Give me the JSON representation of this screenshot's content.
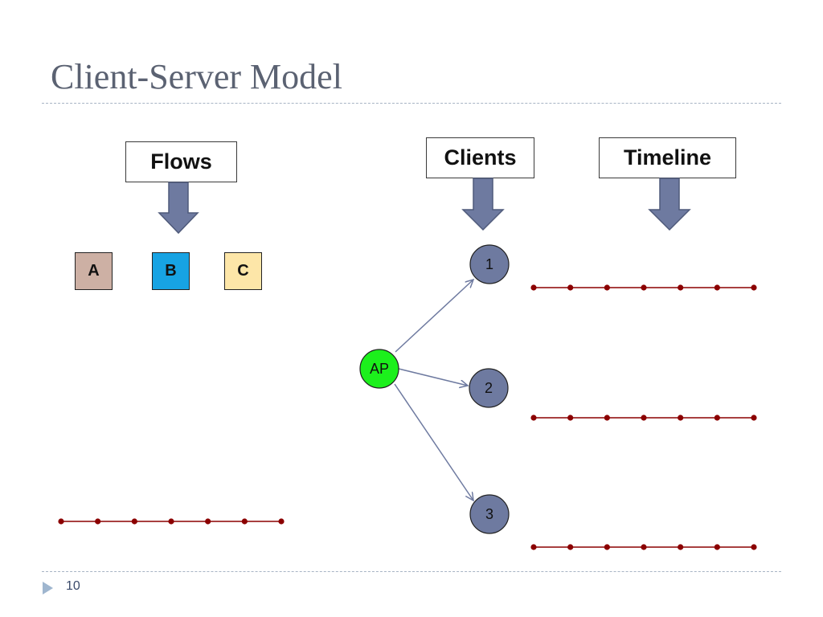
{
  "slide": {
    "title": "Client-Server Model",
    "page_number": "10"
  },
  "labels": {
    "flows": "Flows",
    "clients": "Clients",
    "timeline": "Timeline"
  },
  "flows": [
    {
      "label": "A",
      "color": "#cdb0a4"
    },
    {
      "label": "B",
      "color": "#17a3e3"
    },
    {
      "label": "C",
      "color": "#fde6a8"
    }
  ],
  "access_point": {
    "label": "AP",
    "color": "#1cf01c"
  },
  "clients": [
    {
      "label": "1",
      "color": "#6e7aa0"
    },
    {
      "label": "2",
      "color": "#6e7aa0"
    },
    {
      "label": "3",
      "color": "#6e7aa0"
    }
  ],
  "colors": {
    "arrow": "#6e7aa0",
    "timeline": "#8b0000",
    "connector": "#6e7aa0"
  },
  "timeline_dots_per_line": 7
}
